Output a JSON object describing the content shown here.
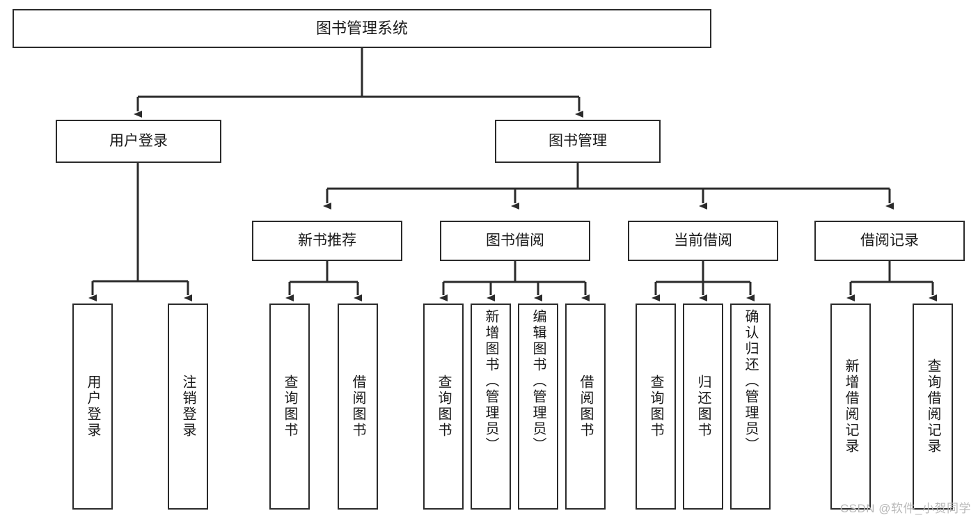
{
  "diagram": {
    "type": "tree",
    "title": "图书管理系统",
    "style": {
      "box_border_color": "#2b2b2b",
      "box_fill": "#ffffff",
      "connector_color": "#2b2b2b",
      "text_color": "#1a1a1a",
      "background": "#ffffff"
    },
    "nodes": {
      "root": {
        "label": "图书管理系统"
      },
      "level1": [
        {
          "label": "用户登录"
        },
        {
          "label": "图书管理"
        }
      ],
      "level2": [
        {
          "label": "新书推荐"
        },
        {
          "label": "图书借阅"
        },
        {
          "label": "当前借阅"
        },
        {
          "label": "借阅记录"
        }
      ],
      "leaves": [
        {
          "label": "用户登录",
          "align": "centered"
        },
        {
          "label": "注销登录",
          "align": "centered"
        },
        {
          "label": "查询图书",
          "align": "centered"
        },
        {
          "label": "借阅图书",
          "align": "centered"
        },
        {
          "label": "查询图书",
          "align": "centered"
        },
        {
          "label": "新增图书（管理员）",
          "align": "top"
        },
        {
          "label": "编辑图书（管理员）",
          "align": "top"
        },
        {
          "label": "借阅图书",
          "align": "centered"
        },
        {
          "label": "查询图书",
          "align": "centered"
        },
        {
          "label": "归还图书",
          "align": "centered"
        },
        {
          "label": "确认归还（管理员）",
          "align": "top"
        },
        {
          "label": "新增借阅记录",
          "align": "centered"
        },
        {
          "label": "查询借阅记录",
          "align": "centered"
        }
      ]
    }
  },
  "watermark": {
    "text": "CSDN @软件_小贺同学"
  }
}
